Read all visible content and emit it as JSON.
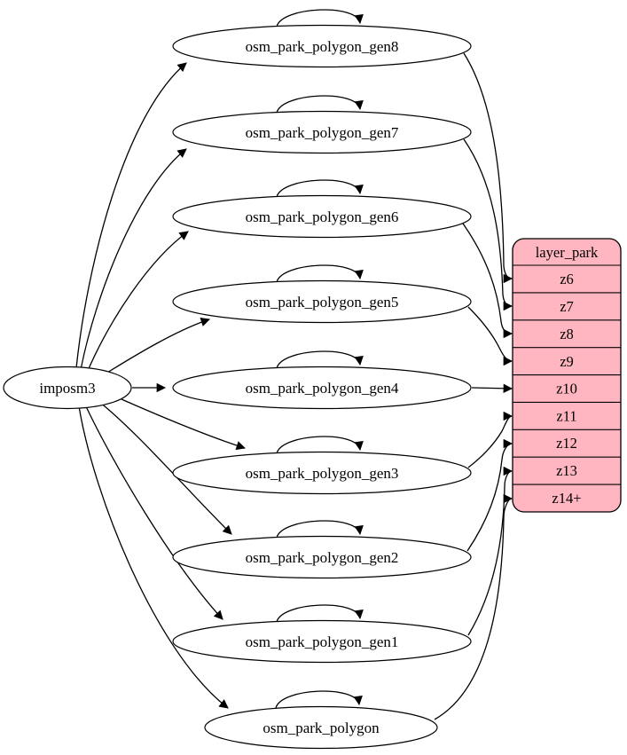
{
  "diagram": {
    "type": "graphviz-dependency-diagram",
    "source_node": {
      "label": "imposm3"
    },
    "generalized_tables": [
      {
        "label": "osm_park_polygon_gen8",
        "feeds_row": "z6"
      },
      {
        "label": "osm_park_polygon_gen7",
        "feeds_row": "z7"
      },
      {
        "label": "osm_park_polygon_gen6",
        "feeds_row": "z8"
      },
      {
        "label": "osm_park_polygon_gen5",
        "feeds_row": "z9"
      },
      {
        "label": "osm_park_polygon_gen4",
        "feeds_row": "z10"
      },
      {
        "label": "osm_park_polygon_gen3",
        "feeds_row": "z11"
      },
      {
        "label": "osm_park_polygon_gen2",
        "feeds_row": "z12"
      },
      {
        "label": "osm_park_polygon_gen1",
        "feeds_row": "z13"
      },
      {
        "label": "osm_park_polygon",
        "feeds_row": "z14+"
      }
    ],
    "layer_table": {
      "title": "layer_park",
      "rows": [
        "z6",
        "z7",
        "z8",
        "z9",
        "z10",
        "z11",
        "z12",
        "z13",
        "z14+"
      ]
    },
    "colors": {
      "layer_fill": "#ffb6c1",
      "node_fill": "#ffffff",
      "stroke": "#000000",
      "background": "#ffffff"
    }
  }
}
